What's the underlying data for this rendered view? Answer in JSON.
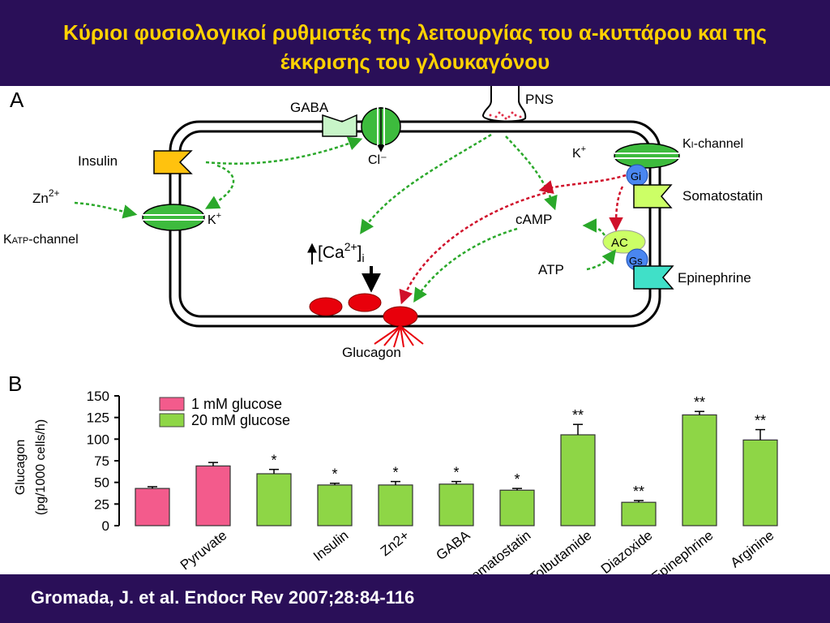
{
  "slide": {
    "title_line1": "Κύριοι φυσιολογικοί ρυθμιστές της λειτουργίας του α-κυττάρου και της",
    "title_line2": "έκκρισης του γλουκαγόνου",
    "citation": "Gromada, J. et al. Endocr Rev 2007;28:84-116"
  },
  "panelA": {
    "letter": "A",
    "labels": {
      "gaba": "GABA",
      "chloride": "Cl⁻",
      "pns": "PNS",
      "insulin": "Insulin",
      "zinc": "Zn",
      "zinc_sup": "2+",
      "katp_k": "K",
      "katp_prefix": "K",
      "katp_sub": "ATP",
      "katp_suffix": "-channel",
      "ki_k": "K",
      "ki_label": "K",
      "ki_sub": "I",
      "ki_suffix": "-channel",
      "gi": "Gi",
      "somatostatin": "Somatostatin",
      "camp": "cAMP",
      "ac": "AC",
      "gs": "Gs",
      "atp": "ATP",
      "epinephrine": "Epinephrine",
      "calcium_open": "[Ca",
      "calcium_sup": "2+",
      "calcium_close": "]",
      "calcium_sub": "i",
      "glucagon": "Glucagon",
      "plus": "+"
    },
    "colors": {
      "channel": "#3dbb3d",
      "insulin_receptor": "#ffc20e",
      "gaba_receptor": "#c8f5c8",
      "somatostatin_receptor": "#ccff66",
      "epinephrine_receptor": "#40e0c8",
      "g_protein": "#4a86f0",
      "ac": "#ccff66",
      "vesicle": "#e8000b",
      "green_arrow": "#2aa82a",
      "red_arrow": "#d0102a"
    }
  },
  "chart_data": {
    "type": "bar",
    "panel_letter": "B",
    "ylabel": "Glucagon",
    "ylabel2": "(pg/1000 cells/h)",
    "ylim": [
      0,
      150
    ],
    "yticks": [
      0,
      25,
      50,
      75,
      100,
      125,
      150
    ],
    "legend": [
      {
        "name": "1 mM glucose",
        "color": "#f35b8c"
      },
      {
        "name": "20 mM glucose",
        "color": "#8ed646"
      }
    ],
    "bars": [
      {
        "category": "",
        "value": 43,
        "error": 2,
        "series": "1 mM glucose",
        "sig": ""
      },
      {
        "category": "Pyruvate",
        "value": 69,
        "error": 4,
        "series": "1 mM glucose",
        "sig": ""
      },
      {
        "category": "",
        "value": 60,
        "error": 5,
        "series": "20 mM glucose",
        "sig": "*"
      },
      {
        "category": "Insulin",
        "value": 47,
        "error": 2,
        "series": "20 mM glucose",
        "sig": "*"
      },
      {
        "category": "Zn2+",
        "value": 47,
        "error": 4,
        "series": "20 mM glucose",
        "sig": "*"
      },
      {
        "category": "GABA",
        "value": 48,
        "error": 3,
        "series": "20 mM glucose",
        "sig": "*"
      },
      {
        "category": "Somatostatin",
        "value": 41,
        "error": 2,
        "series": "20 mM glucose",
        "sig": "*"
      },
      {
        "category": "Tolbutamide",
        "value": 105,
        "error": 12,
        "series": "20 mM glucose",
        "sig": "**"
      },
      {
        "category": "Diazoxide",
        "value": 27,
        "error": 2,
        "series": "20 mM glucose",
        "sig": "**"
      },
      {
        "category": "Epinephrine",
        "value": 128,
        "error": 4,
        "series": "20 mM glucose",
        "sig": "**"
      },
      {
        "category": "Arginine",
        "value": 99,
        "error": 12,
        "series": "20 mM glucose",
        "sig": "**"
      }
    ]
  }
}
